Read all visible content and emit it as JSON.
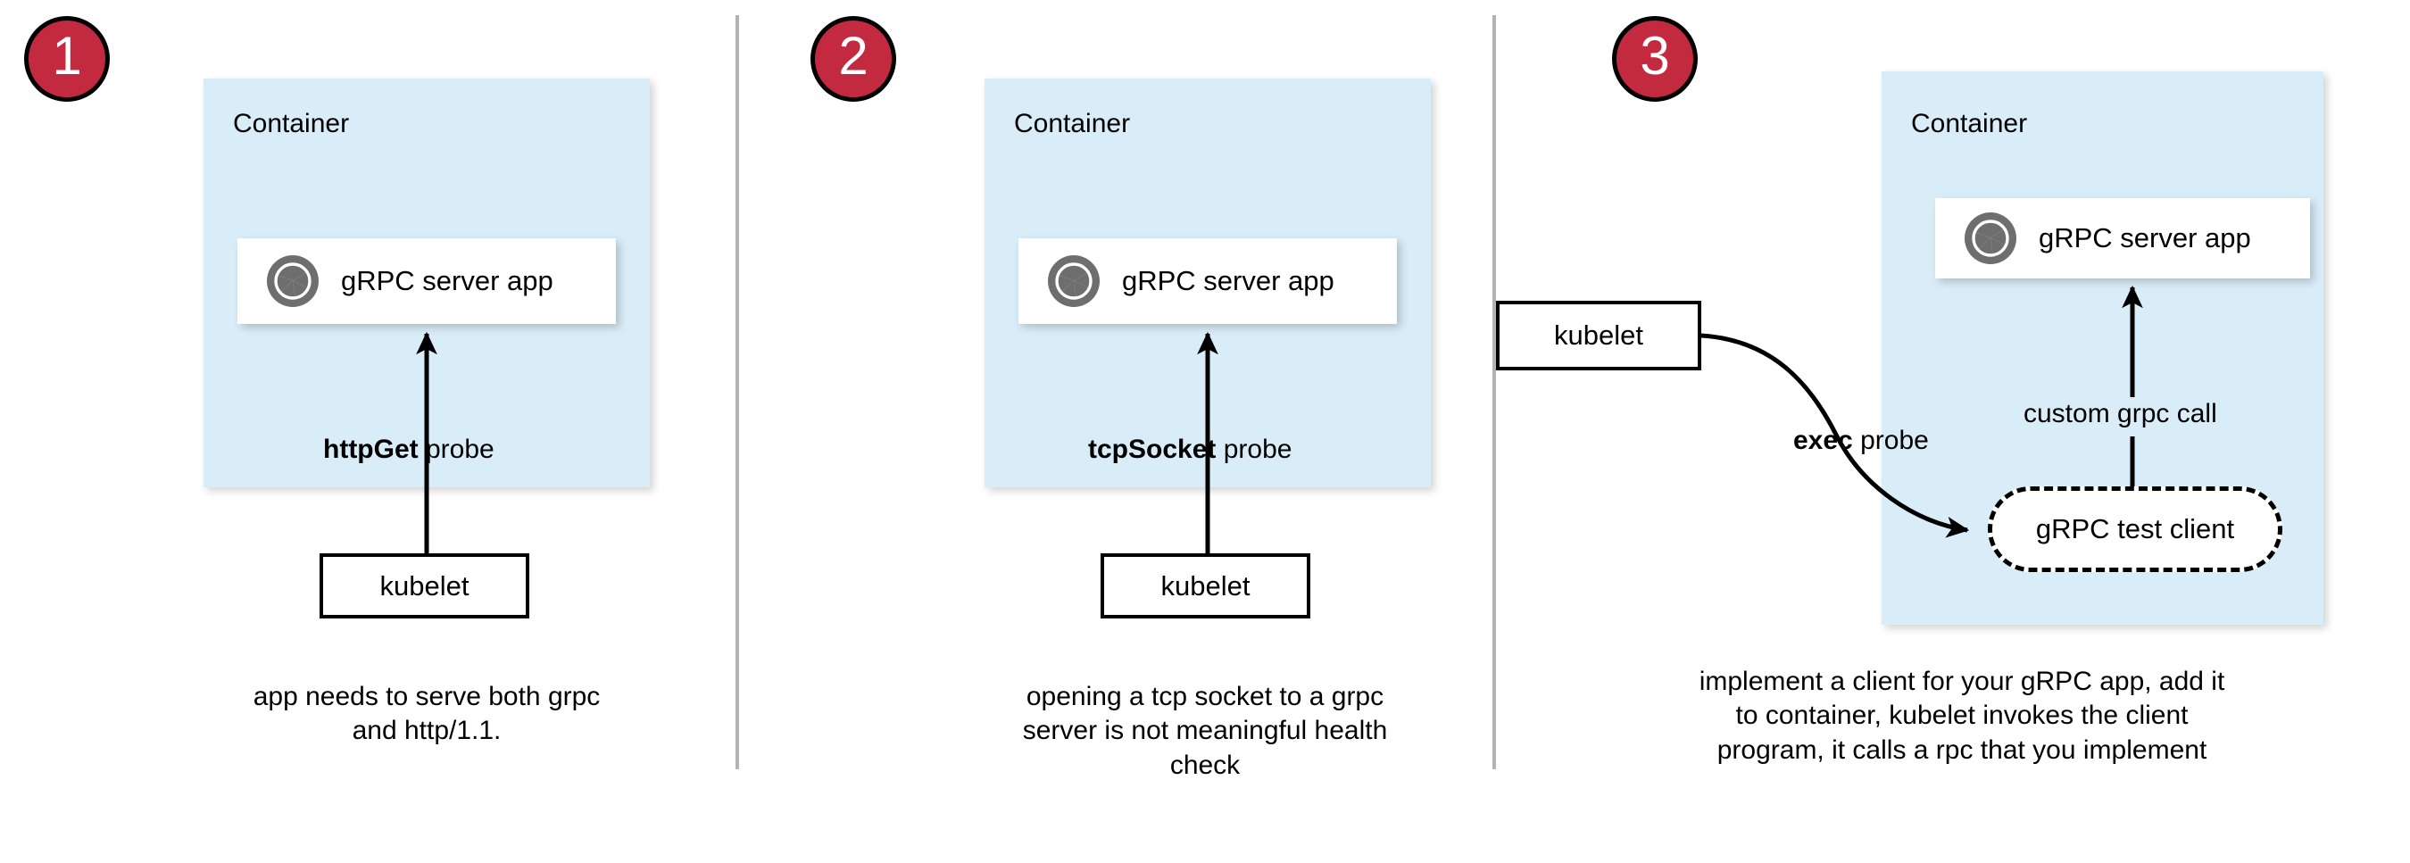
{
  "diagram": {
    "title": "gRPC health checking probe approaches",
    "accent_red": "#c32a3f",
    "container_fill": "#d9edf9",
    "icon_gray": "#6e6e6e",
    "divider_color": "#b3b3b3"
  },
  "panels": [
    {
      "number": "1",
      "container_label": "Container",
      "app_label": "gRPC server app",
      "app_icon": "grpc-aperture-icon",
      "probe_label_strong": "httpGet",
      "probe_label_rest": " probe",
      "kubelet_label": "kubelet",
      "caption_lines": [
        "app needs to serve both grpc",
        "and http/1.1."
      ]
    },
    {
      "number": "2",
      "container_label": "Container",
      "app_label": "gRPC server app",
      "app_icon": "grpc-aperture-icon",
      "probe_label_strong": "tcpSocket",
      "probe_label_rest": " probe",
      "kubelet_label": "kubelet",
      "caption_lines": [
        "opening a tcp socket to a grpc",
        "server is not meaningful health",
        "check"
      ]
    },
    {
      "number": "3",
      "container_label": "Container",
      "app_label": "gRPC server app",
      "app_icon": "grpc-aperture-icon",
      "probe_label_strong": "exec",
      "probe_label_rest": " probe",
      "kubelet_label": "kubelet",
      "test_client_label": "gRPC test client",
      "internal_call_label": "custom grpc call",
      "caption_lines": [
        "implement a client for your gRPC app, add it",
        "to container, kubelet invokes the client",
        "program, it calls a rpc that you implement"
      ]
    }
  ]
}
